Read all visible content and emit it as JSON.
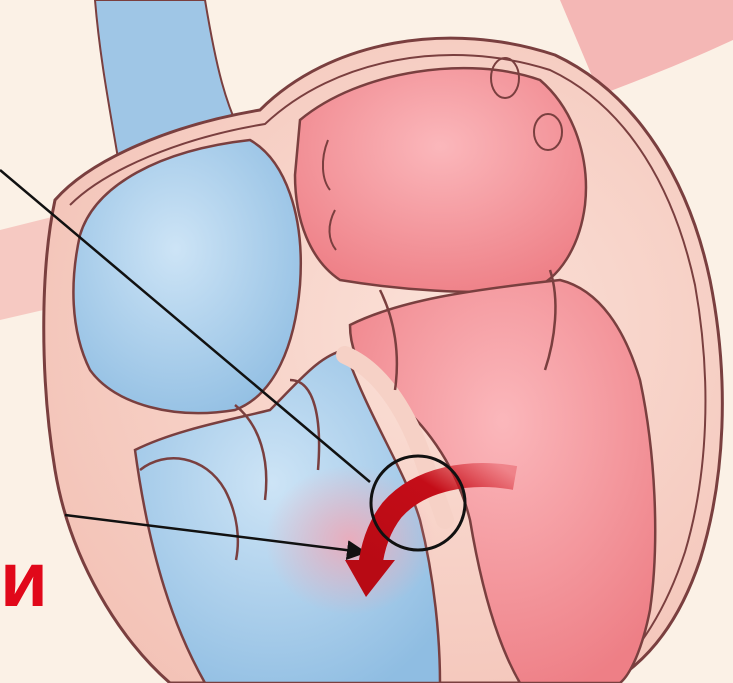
{
  "label": {
    "text": "и"
  },
  "colors": {
    "background": "#fbf1e6",
    "venous_blue": "#a6cce9",
    "arterial_red": "#f29196",
    "heart_wall": "#f7d0c4",
    "outline": "#7a3f3f",
    "arrow_red": "#c40d18",
    "label_red": "#e1081a",
    "pointer_line": "#111111"
  },
  "icons": [
    "heart-illustration",
    "blood-flow-arrow-icon",
    "defect-highlight-circle"
  ]
}
